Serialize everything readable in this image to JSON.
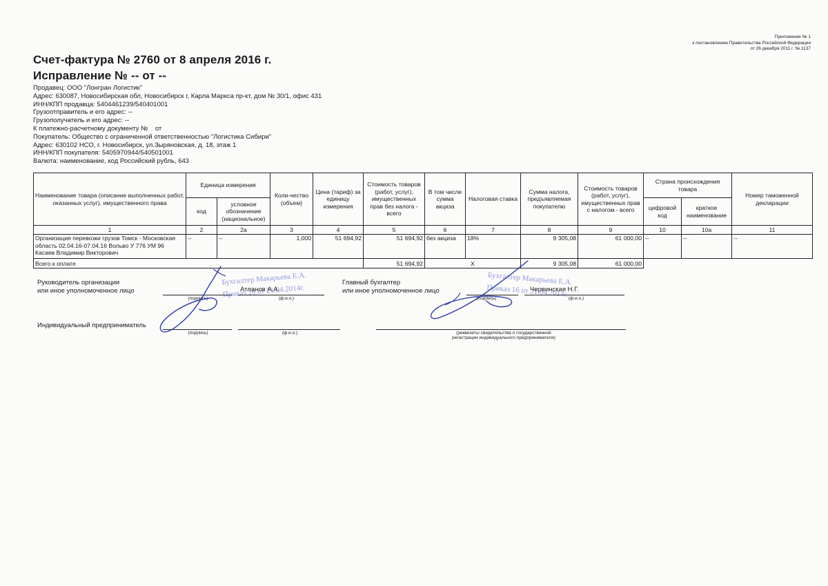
{
  "appendix": {
    "line1": "Приложение № 1",
    "line2": "к постановлению Правительства Российской Федерации",
    "line3": "от 26 декабря 2011 г. № 1137"
  },
  "title": "Счет-фактура № 2760 от 8 апреля 2016 г.",
  "correction": "Исправление № -- от --",
  "info": {
    "seller": "Продавец: ООО \"Лонгран Логистик\"",
    "seller_address": "Адрес: 630087, Новосибирская обл, Новосибирск г, Карла Маркса пр-кт, дом № 30/1, офис 431",
    "seller_inn": "ИНН/КПП продавца: 5404461239/540401001",
    "shipper": "Грузоотправитель и его адрес: --",
    "consignee": "Грузополучатель и его адрес: --",
    "payment_doc": "К платежно-расчетному документу №    от",
    "buyer": "Покупатель: Общество с ограниченной ответственностью \"Логистика Сибири\"",
    "buyer_address": "Адрес: 630102 НСО, г. Новосибирск, ул.Зыряновская, д. 18, этаж 1",
    "buyer_inn": "ИНН/КПП покупателя: 5405970944/540501001",
    "currency": "Валюта: наименование, код Российский рубль, 643"
  },
  "table": {
    "headers": {
      "name": "Наименование товара (описание выполненных работ, оказанных услуг), имущественного права",
      "unit": "Единица измерения",
      "unit_code": "код",
      "unit_name": "условное обозначение (национальное)",
      "qty": "Коли-чество (объем)",
      "price": "Цена (тариф) за единицу измерения",
      "cost_no_tax": "Стоимость товаров (работ, услуг), имущественных прав без налога - всего",
      "excise": "В том числе сумма акциза",
      "tax_rate": "Налоговая ставка",
      "tax_sum": "Сумма налога, предъявляемая покупателю",
      "cost_with_tax": "Стоимость товаров (работ, услуг), имущественных прав с налогом - всего",
      "country": "Страна происхождения товара",
      "country_code": "цифровой код",
      "country_name": "краткое наименование",
      "customs": "Номер таможенной декларации"
    },
    "col_numbers": [
      "1",
      "2",
      "2а",
      "3",
      "4",
      "5",
      "6",
      "7",
      "8",
      "9",
      "10",
      "10а",
      "11"
    ],
    "rows": [
      {
        "name": "Организация перевозки грузов Томск - Московская область 02.04.16-07.04.16 Вольво У 776 УМ 96 Касаев Владимир Викторович",
        "unit_code": "--",
        "unit_name": "--",
        "qty": "1,000",
        "price": "51 694,92",
        "cost_no_tax": "51 694,92",
        "excise": "без акциза",
        "tax_rate": "18%",
        "tax_sum": "9 305,08",
        "cost_with_tax": "61 000,00",
        "country_code": "--",
        "country_name": "--",
        "customs": "--"
      }
    ],
    "total": {
      "label": "Всего к оплате",
      "cost_no_tax": "51 694,92",
      "x": "Х",
      "tax_sum": "9 305,08",
      "cost_with_tax": "61 000,00"
    }
  },
  "signatures": {
    "head_label_1": "Руководитель организации",
    "head_label_2": "или иное уполномоченное лицо",
    "head_name": "Атланов А.А.",
    "chief_label_1": "Главный бухгалтер",
    "chief_label_2": "или иное уполномоченное лицо",
    "chief_name": "Червинская Н.Г.",
    "ip_label": "Индивидуальный предприниматель",
    "podpis": "(подпись)",
    "fio": "(ф.и.о.)",
    "requisites_1": "(реквизиты свидетельства о государственной",
    "requisites_2": "регистрации индивидуального предпринимателя)",
    "stamp_left_1": "Бухгалтер Макарьева Е.А.",
    "stamp_left_2": "Приказ 16 от 21.04.2014г.",
    "stamp_right_1": "Бухгалтер Макарьева Е.А.",
    "stamp_right_2": "Приказ 16 от 21.04.2014г."
  }
}
